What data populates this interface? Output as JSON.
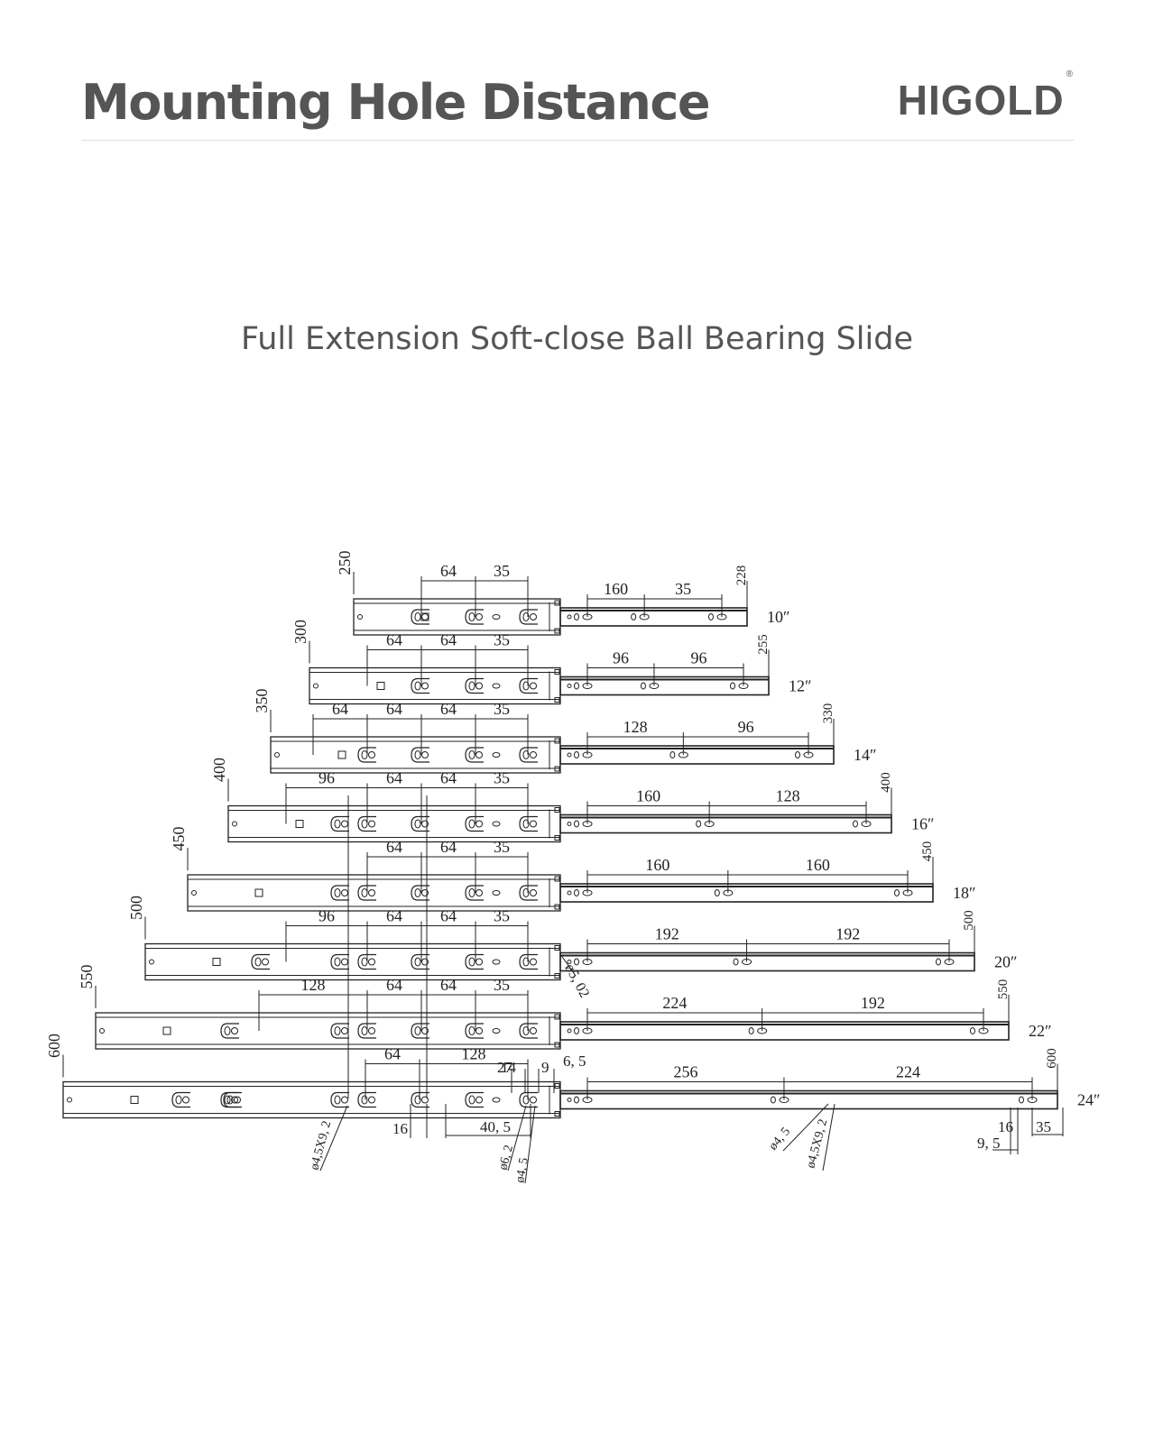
{
  "header": {
    "title": "Mounting Hole Distance",
    "brand": "HIGOLD",
    "brand_mark": "®"
  },
  "subtitle": "Full Extension Soft-close Ball Bearing Slide",
  "colors": {
    "text": "#555555",
    "line": "#222222",
    "divider": "#dddddd"
  },
  "diagram": {
    "slides": [
      {
        "length": "250",
        "inch": "10″",
        "cabinet_dims": [
          "64",
          "35"
        ],
        "drawer_dims": [
          "160",
          "35"
        ],
        "end_dim": "228"
      },
      {
        "length": "300",
        "inch": "12″",
        "cabinet_dims": [
          "64",
          "64",
          "35"
        ],
        "drawer_dims": [
          "96",
          "96"
        ],
        "end_dim": "255"
      },
      {
        "length": "350",
        "inch": "14″",
        "cabinet_dims": [
          "64",
          "64",
          "64",
          "35"
        ],
        "drawer_dims": [
          "128",
          "96"
        ],
        "end_dim": "330"
      },
      {
        "length": "400",
        "inch": "16″",
        "cabinet_dims": [
          "96",
          "64",
          "64",
          "35"
        ],
        "drawer_dims": [
          "160",
          "128"
        ],
        "end_dim": "400"
      },
      {
        "length": "450",
        "inch": "18″",
        "cabinet_dims": [
          "64",
          "64",
          "35"
        ],
        "drawer_dims": [
          "160",
          "160"
        ],
        "end_dim": "450"
      },
      {
        "length": "500",
        "inch": "20″",
        "cabinet_dims": [
          "96",
          "64",
          "64",
          "35"
        ],
        "drawer_dims": [
          "192",
          "192"
        ],
        "end_dim": "500"
      },
      {
        "length": "550",
        "inch": "22″",
        "cabinet_dims": [
          "128",
          "64",
          "64",
          "35"
        ],
        "drawer_dims": [
          "224",
          "192"
        ],
        "end_dim": "550"
      },
      {
        "length": "600",
        "inch": "24″",
        "cabinet_dims": [
          "64",
          "128"
        ],
        "drawer_dims": [
          "256",
          "224"
        ],
        "end_dim": "600"
      }
    ],
    "extra_labels": {
      "dia_502": "ø5, 02",
      "dim_27": "27",
      "dim_14": "14",
      "dim_9": "9",
      "dim_65": "6, 5",
      "dim_16_left": "16",
      "dim_405": "40, 5",
      "hole_45x92_left": "ø4,5X9, 2",
      "hole_62": "ø6, 2",
      "hole_45_left": "ø4, 5",
      "hole_45_right": "ø4, 5",
      "hole_45x92_right": "ø4,5X9, 2",
      "dim_16_right": "16",
      "dim_95": "9, 5",
      "dim_35_right": "35"
    }
  }
}
